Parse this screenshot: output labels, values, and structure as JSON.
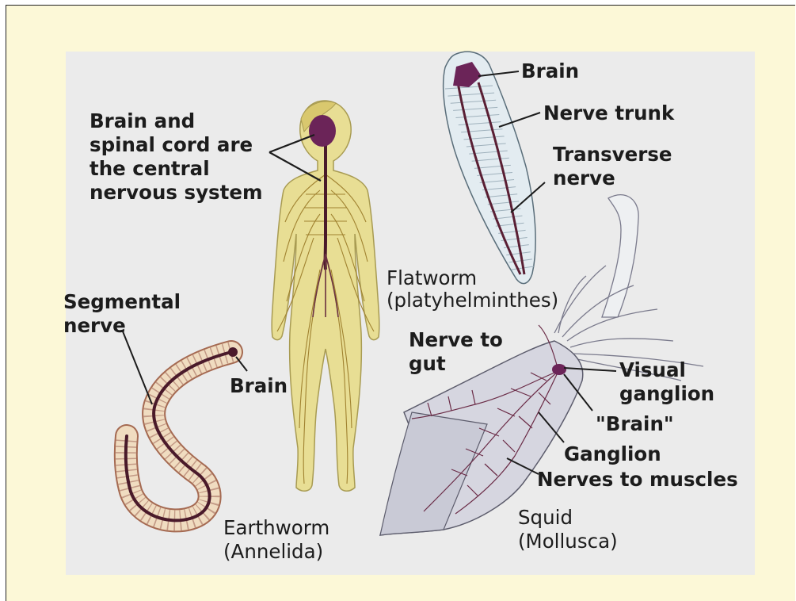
{
  "diagram": {
    "colors": {
      "slide_background": "#fcf8d7",
      "panel_background": "#ebebeb",
      "skin": "#e8de94",
      "nerve_dark": "#4a1a2a",
      "brain_purple": "#6b2458",
      "flatworm_fill": "#e3ecf1",
      "squid_fill": "#dcdce6",
      "label_text": "#1c1c1c"
    },
    "human": {
      "cns_label": [
        "Brain and",
        "spinal cord are",
        "the central",
        "nervous system"
      ]
    },
    "flatworm": {
      "brain_label": "Brain",
      "nerve_trunk_label": "Nerve trunk",
      "transverse_label": [
        "Transverse",
        "nerve"
      ],
      "name": [
        "Flatworm",
        "(platyhelminthes)"
      ]
    },
    "earthworm": {
      "segmental_label": [
        "Segmental",
        "nerve"
      ],
      "brain_label": "Brain",
      "name": [
        "Earthworm",
        "(Annelida)"
      ]
    },
    "squid": {
      "nerve_to_gut_label": [
        "Nerve to",
        "gut"
      ],
      "visual_ganglion_label": [
        "Visual",
        "ganglion"
      ],
      "brain_label": "\"Brain\"",
      "ganglion_label": "Ganglion",
      "muscles_label": "Nerves to muscles",
      "name": [
        "Squid",
        "(Mollusca)"
      ]
    }
  }
}
